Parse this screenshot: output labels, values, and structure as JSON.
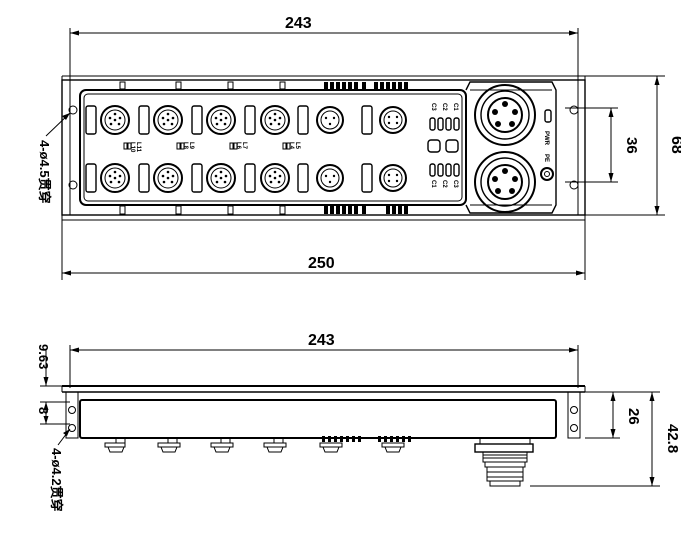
{
  "top_view": {
    "dim_width_inner": "243",
    "dim_width_outer": "250",
    "dim_height_total": "68",
    "dim_height_slot": "36",
    "hole_note": "4-ø4.5贯穿",
    "port_labels": [
      "L4",
      "L5",
      "L6",
      "L7",
      "L8",
      "L9",
      "L10",
      "L11"
    ],
    "indicator_labels": [
      "PWR",
      "PE"
    ],
    "led_labels_top": [
      "C3",
      "C2",
      "C1"
    ],
    "led_labels_bottom": [
      "C1",
      "C2",
      "C3"
    ]
  },
  "side_view": {
    "dim_width_inner": "243",
    "dim_height_top": "9.63",
    "dim_height_small": "8",
    "dim_height_body": "26",
    "dim_height_total": "42.8",
    "hole_note": "4-ø4.2贯穿"
  }
}
